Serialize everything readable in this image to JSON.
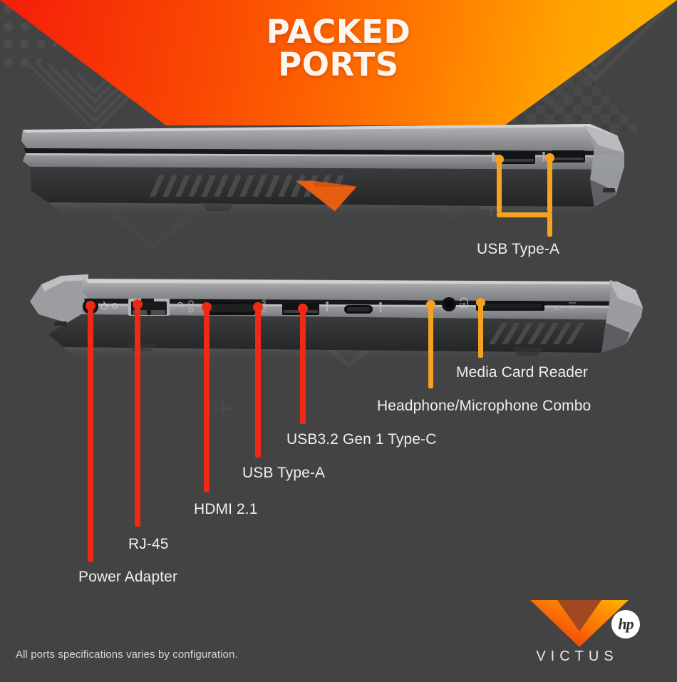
{
  "banner": {
    "title_line1": "PACKED",
    "title_line2": "PORTS"
  },
  "colors": {
    "background": "#434343",
    "banner_gradient_start": "#f41d0a",
    "banner_gradient_mid": "#ff7a00",
    "banner_gradient_end": "#ffb400",
    "callout_red": "#ee2a16",
    "callout_orange": "#f6a221",
    "label_text": "#efefef",
    "laptop_body": "#8d8f91"
  },
  "views": {
    "top_view": {
      "name": "laptop-rear-edge-view",
      "callouts": [
        {
          "id": "usb-type-a-pair",
          "label": "USB Type-A",
          "color": "#f6a221",
          "ports": 2
        }
      ]
    },
    "bottom_view": {
      "name": "laptop-left-right-edge-view",
      "callouts": [
        {
          "id": "power-adapter",
          "label": "Power Adapter",
          "color": "#ee2a16",
          "icon": "power-port-icon"
        },
        {
          "id": "rj-45",
          "label": "RJ-45",
          "color": "#ee2a16",
          "icon": "ethernet-port-icon"
        },
        {
          "id": "hdmi",
          "label": "HDMI 2.1",
          "color": "#ee2a16",
          "icon": "hdmi-port-icon"
        },
        {
          "id": "usb-type-a",
          "label": "USB Type-A",
          "color": "#ee2a16",
          "icon": "usb-a-port-icon"
        },
        {
          "id": "usb-c",
          "label": "USB3.2 Gen 1 Type-C",
          "color": "#ee2a16",
          "icon": "usb-c-port-icon"
        },
        {
          "id": "headphone",
          "label": "Headphone/Microphone Combo",
          "color": "#f6a221",
          "icon": "headphone-jack-icon"
        },
        {
          "id": "media-card",
          "label": "Media Card Reader",
          "color": "#f6a221",
          "icon": "sd-card-slot-icon"
        }
      ]
    }
  },
  "footer": {
    "disclaimer": "All ports specifications varies by configuration.",
    "brand_wordmark": "VICTUS",
    "brand_badge": "hp"
  }
}
